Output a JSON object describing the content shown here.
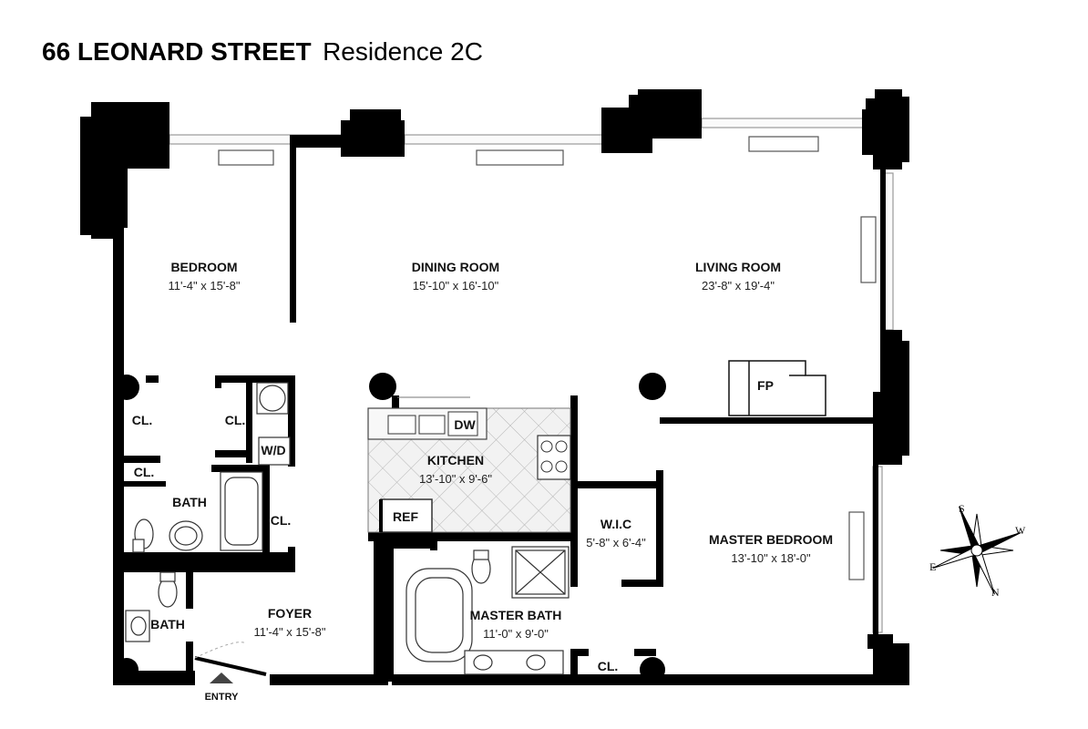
{
  "title": {
    "bold": "66 LEONARD STREET",
    "light": "Residence 2C"
  },
  "rooms": {
    "bedroom": {
      "name": "BEDROOM",
      "dim": "11'-4\" x 15'-8\""
    },
    "dining": {
      "name": "DINING ROOM",
      "dim": "15'-10\" x 16'-10\""
    },
    "living": {
      "name": "LIVING ROOM",
      "dim": "23'-8\" x 19'-4\""
    },
    "kitchen": {
      "name": "KITCHEN",
      "dim": "13'-10\" x 9'-6\""
    },
    "master_bedroom": {
      "name": "MASTER BEDROOM",
      "dim": "13'-10\" x 18'-0\""
    },
    "master_bath": {
      "name": "MASTER BATH",
      "dim": "11'-0\" x 9'-0\""
    },
    "wic": {
      "name": "W.I.C",
      "dim": "5'-8\" x 6'-4\""
    },
    "foyer": {
      "name": "FOYER",
      "dim": "11'-4\" x 15'-8\""
    },
    "bath1": {
      "name": "BATH"
    },
    "bath2": {
      "name": "BATH"
    }
  },
  "labels": {
    "cl1": "CL.",
    "cl2": "CL.",
    "cl3": "CL.",
    "cl4": "CL.",
    "cl5": "CL.",
    "wd": "W/D",
    "dw": "DW",
    "ref": "REF",
    "fp": "FP",
    "entry": "ENTRY"
  },
  "compass": {
    "s": "S",
    "w": "W",
    "e": "E",
    "n": "N"
  }
}
